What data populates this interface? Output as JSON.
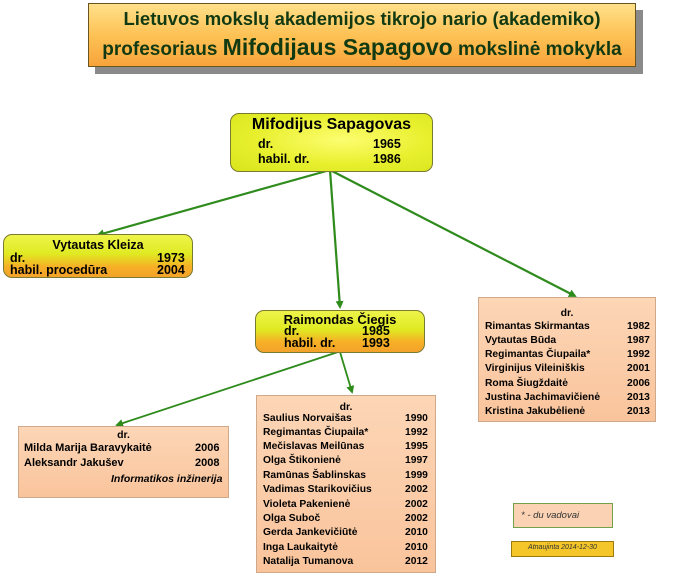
{
  "title": {
    "line1": "Lietuvos mokslų akademijos tikrojo nario (akademiko)",
    "line2_pre": "profesoriaus",
    "line2_name": "Mifodijaus Sapagovo",
    "line2_post": "mokslinė mokykla"
  },
  "root": {
    "name": "Mifodijus Sapagovas",
    "rows": [
      {
        "label": "dr.",
        "year": "1965"
      },
      {
        "label": "habil. dr.",
        "year": "1986"
      }
    ]
  },
  "kleiza": {
    "name": "Vytautas Kleiza",
    "rows": [
      {
        "label": "dr.",
        "year": "1973"
      },
      {
        "label": "habil. procedūra",
        "year": "2004"
      }
    ]
  },
  "ciegis": {
    "name": "Raimondas Čiegis",
    "rows": [
      {
        "label": "dr.",
        "year": "1985"
      },
      {
        "label": "habil. dr.",
        "year": "1993"
      }
    ]
  },
  "list_right": {
    "header": "dr.",
    "items": [
      {
        "name": "Rimantas Skirmantas",
        "year": "1982"
      },
      {
        "name": "Vytautas Būda",
        "year": "1987"
      },
      {
        "name": "Regimantas Čiupaila*",
        "year": "1992"
      },
      {
        "name": "Virginijus Vileiniškis",
        "year": "2001"
      },
      {
        "name": "Roma Šiugždaitė",
        "year": "2006"
      },
      {
        "name": "Justina Jachimavičienė",
        "year": "2013"
      },
      {
        "name": "Kristina Jakubėlienė",
        "year": "2013"
      }
    ]
  },
  "list_mid": {
    "header": "dr.",
    "items": [
      {
        "name": "Saulius Norvaišas",
        "year": "1990"
      },
      {
        "name": "Regimantas Čiupaila*",
        "year": "1992"
      },
      {
        "name": "Mečislavas Meilūnas",
        "year": "1995"
      },
      {
        "name": "Olga Štikonienė",
        "year": "1997"
      },
      {
        "name": "Ramūnas Šablinskas",
        "year": "1999"
      },
      {
        "name": "Vadimas Starikovičius",
        "year": "2002"
      },
      {
        "name": "Violeta Pakenienė",
        "year": "2002"
      },
      {
        "name": "Olga Suboč",
        "year": "2002"
      },
      {
        "name": "Gerda Jankevičiūtė",
        "year": "2010"
      },
      {
        "name": "Inga Laukaitytė",
        "year": "2010"
      },
      {
        "name": "Natalija Tumanova",
        "year": "2012"
      }
    ]
  },
  "list_left": {
    "header": "dr.",
    "items": [
      {
        "name": "Milda Marija Baravykaitė",
        "year": "2006"
      },
      {
        "name": "Aleksandr Jakušev",
        "year": "2008"
      }
    ],
    "note": "Informatikos inžinerija"
  },
  "note": "* - du vadovai",
  "updated": "Atnaujinta 2014-12-30",
  "colors": {
    "arrow": "#2e8b1c",
    "title_text": "#123a12"
  }
}
